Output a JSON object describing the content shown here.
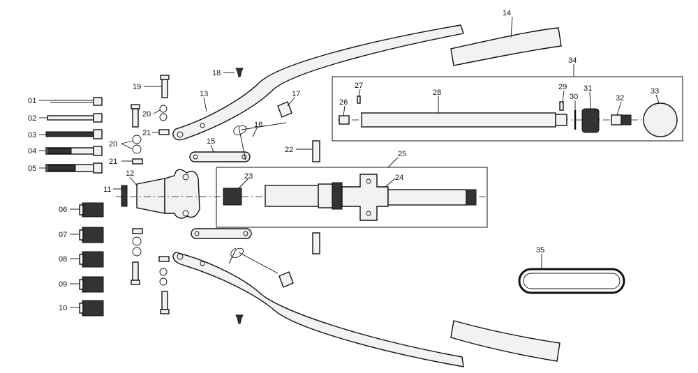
{
  "diagram": {
    "labels": {
      "p01": "01",
      "p02": "02",
      "p03": "03",
      "p04": "04",
      "p05": "05",
      "p06": "06",
      "p07": "07",
      "p08": "08",
      "p09": "09",
      "p10": "10",
      "p11": "11",
      "p12": "12",
      "p13": "13",
      "p14": "14",
      "p15": "15",
      "p16": "16",
      "p17": "17",
      "p18": "18",
      "p19": "19",
      "p20a": "20",
      "p20b": "20",
      "p21a": "21",
      "p21b": "21",
      "p22": "22",
      "p23": "23",
      "p24": "24",
      "p25": "25",
      "p26": "26",
      "p27": "27",
      "p28": "28",
      "p29": "29",
      "p30": "30",
      "p31": "31",
      "p32": "32",
      "p33": "33",
      "p34": "34",
      "p35": "35"
    }
  },
  "colors": {
    "ink": "#111111",
    "background": "#ffffff",
    "fill": "#f2f2f2"
  }
}
